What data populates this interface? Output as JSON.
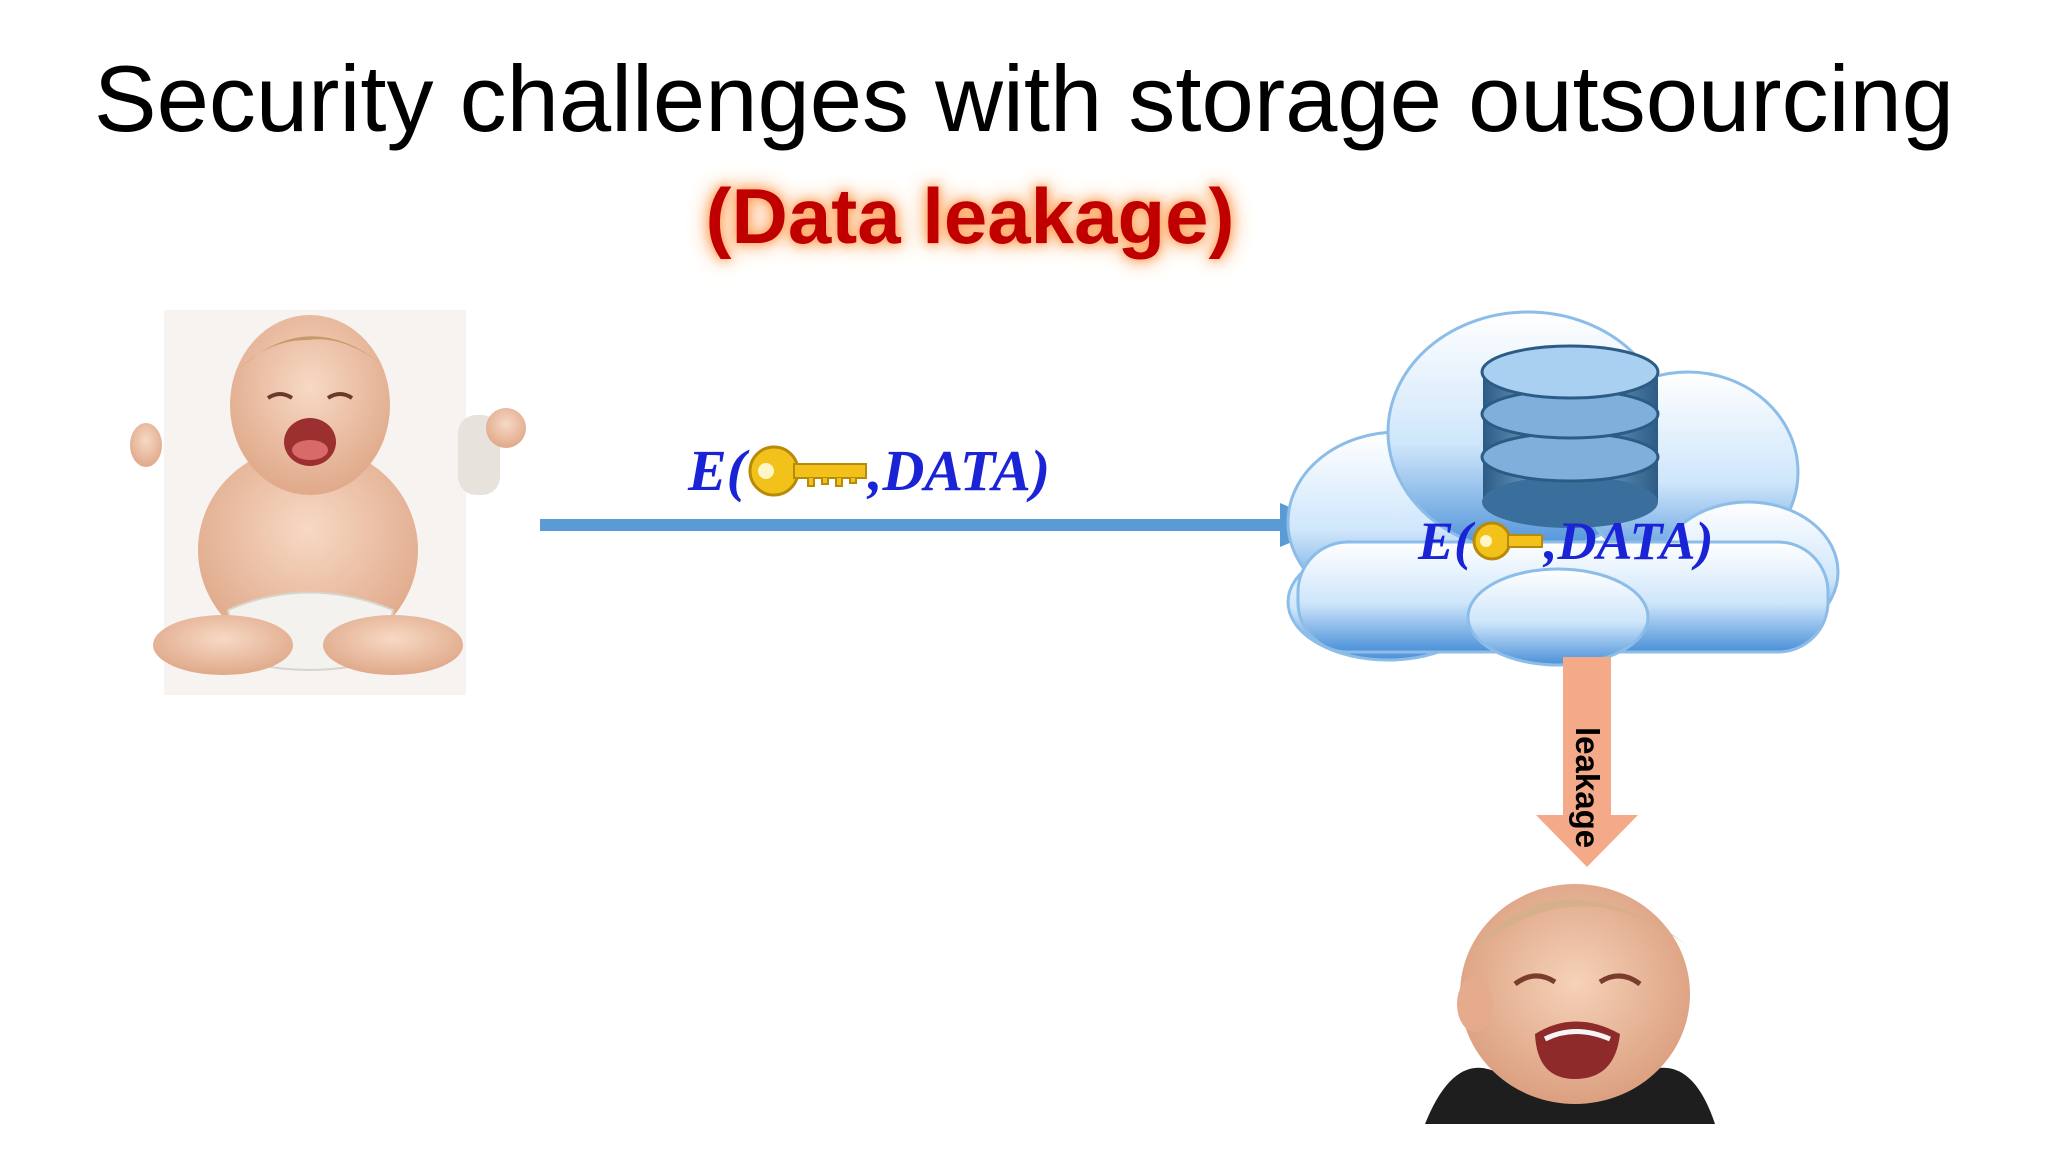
{
  "slide": {
    "title": "Security challenges with storage outsourcing",
    "subtitle": "(Data leakage)"
  },
  "transfer": {
    "prefix": "E(",
    "suffix": ",DATA)",
    "key_icon": "key-icon"
  },
  "cloud_storage": {
    "prefix": "E(",
    "suffix": ",DATA)",
    "icons": [
      "cloud-icon",
      "database-icon",
      "key-icon"
    ]
  },
  "leak_arrow": {
    "label": "leakage"
  },
  "colors": {
    "title": "#000000",
    "subtitle": "#c00000",
    "encrypted_text": "#1a24d6",
    "send_arrow": "#5b9bd5",
    "leak_arrow": "#f4a988",
    "key": "#f2c21a"
  }
}
